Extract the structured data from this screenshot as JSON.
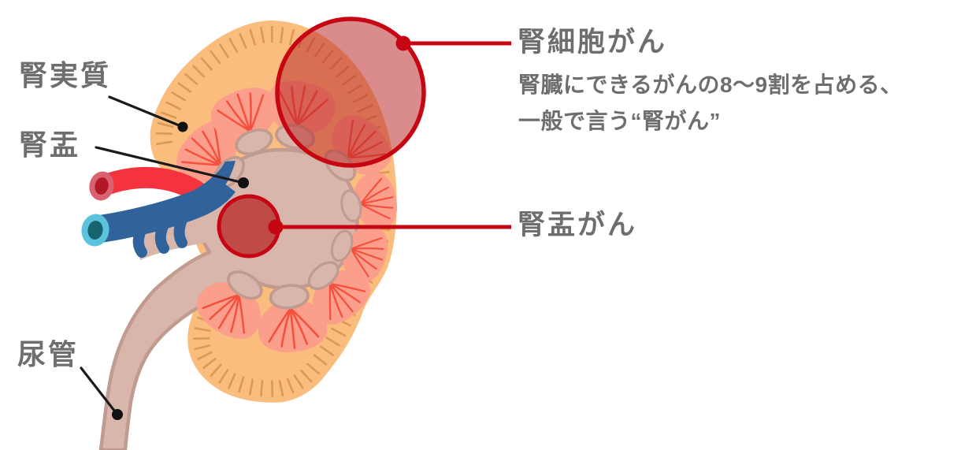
{
  "diagram_subject": "kidney-cancer-anatomy",
  "colors": {
    "accent_red": "#C70613",
    "label_text": "#6E6E6E",
    "leader_line_black": "#1A1A1A",
    "cortex_orange": "#FABD7E",
    "pyramid_pink": "#FB9E8B",
    "pyramid_line_red": "#F4503D",
    "pelvis_tan": "#D9B6AC",
    "pelvis_border_tan": "#C19B8F",
    "artery_red": "#F5333F",
    "vein_blue": "#30639B",
    "vein_opening_cyan": "#5BC3DC",
    "vein_opening_dark": "#16646F",
    "artery_opening_pink": "#D8626F",
    "artery_opening_dark": "#B01825",
    "tumor_fill_small": "#BF4B47"
  },
  "anatomy_labels": {
    "parenchyma": "腎実質",
    "pelvis": "腎盂",
    "ureter": "尿管"
  },
  "annotations": {
    "renal_cell_carcinoma": {
      "title": "腎細胞がん",
      "desc_line1": "腎臓にできるがんの8〜9割を占める、",
      "desc_line2": "一般で言う“腎がん”"
    },
    "renal_pelvis_cancer": {
      "title": "腎盂がん"
    }
  }
}
